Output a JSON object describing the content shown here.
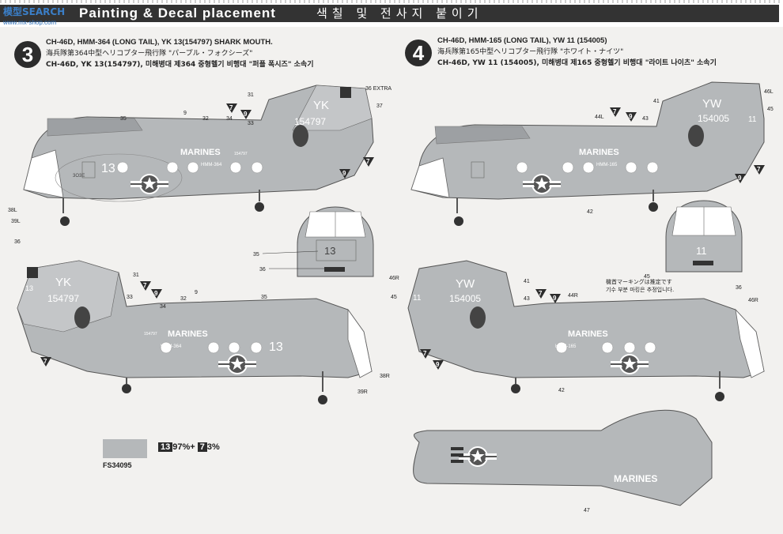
{
  "header": {
    "title": "Painting & Decal placement",
    "subtitle": "색칠 및 전사지 붙이기",
    "watermark": "模型SEARCH",
    "watermark_url": "www.mx-shop.com"
  },
  "scheme3": {
    "number": "3",
    "line1": "CH-46D, HMM-364 (LONG TAIL), YK 13(154797) SHARK MOUTH.",
    "line2": "海兵隊第364中型ヘリコプター飛行隊 \"パープル・フォクシーズ\"",
    "line3": "CH-46D, YK 13(154797), 미해병대 제364 중형헬기 비행대 \"퍼플 폭시즈\" 소속기",
    "tail_code": "YK",
    "serial": "154797",
    "modex": "13",
    "marines": "MARINES",
    "unit": "HMM-364",
    "small_serial": "154797",
    "callouts": [
      "35",
      "9",
      "32",
      "34",
      "33",
      "31",
      "36 EXTRA",
      "37",
      "38L",
      "39L",
      "36",
      "31",
      "33",
      "34",
      "32",
      "9",
      "35",
      "38R",
      "39R"
    ]
  },
  "scheme4": {
    "number": "4",
    "line1": "CH-46D, HMM-165 (LONG TAIL), YW 11 (154005)",
    "line2": "海兵隊第165中型ヘリコプター飛行隊 \"ホワイト・ナイツ\"",
    "line3": "CH-46D, YW 11 (154005), 미해병대 제165 중형헬기 비행대 \"라이트 나이츠\" 소속기",
    "tail_code": "YW",
    "serial": "154005",
    "modex": "11",
    "marines": "MARINES",
    "unit": "HMM-165",
    "callouts": [
      "44L",
      "41",
      "43",
      "46L",
      "45",
      "42",
      "46R",
      "45",
      "41",
      "43",
      "44R",
      "46R",
      "42",
      "47",
      "45",
      "36"
    ],
    "note_jp": "機首マーキングは推定です",
    "note_kr": "기수 부분 마킹은 추정입니다."
  },
  "nose3": {
    "modex": "13",
    "labels": [
      "35",
      "36"
    ]
  },
  "nose4": {
    "modex": "11"
  },
  "color": {
    "code": "FS34095",
    "mix_a": "13",
    "pct_a": "97%+",
    "mix_b": "7",
    "pct_b": "3%",
    "hex": "#b5b8ba"
  },
  "paint_marks": [
    "7",
    "9"
  ]
}
